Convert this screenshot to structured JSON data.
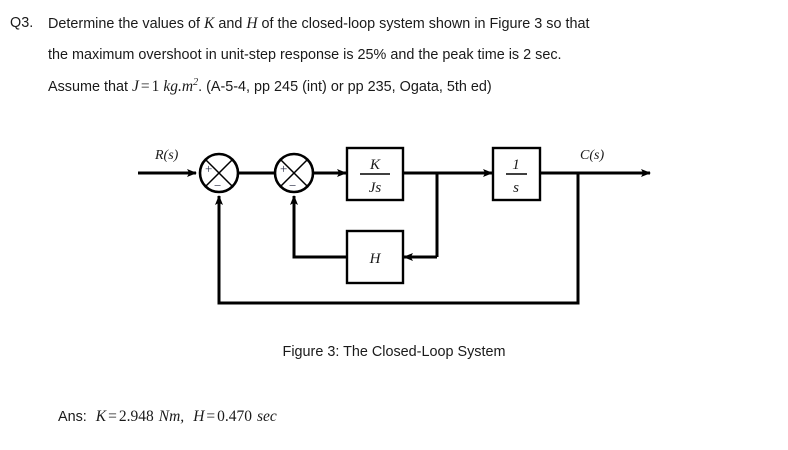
{
  "question": {
    "number": "Q3.",
    "line1_a": "Determine the values of ",
    "line1_K": "K",
    "line1_b": " and ",
    "line1_H": "H",
    "line1_c": " of the closed-loop system shown in Figure 3 so that",
    "line2": "the maximum overshoot in unit-step response is 25% and the peak time is 2 sec.",
    "line3_a": "Assume that ",
    "line3_J": "J",
    "line3_eq": "=",
    "line3_one": "1",
    "line3_units": "kg.m",
    "line3_exp": "2",
    "line3_b": ". (A-5-4, pp 245 (int) or pp 235, Ogata, 5th ed)"
  },
  "figure": {
    "input_label": "R(s)",
    "output_label": "C(s)",
    "sum1": {
      "plus": "+",
      "minus": "−"
    },
    "sum2": {
      "plus": "+",
      "minus": "−"
    },
    "block_plant_num": "K",
    "block_plant_den": "Js",
    "block_integrator_num": "1",
    "block_integrator_den": "s",
    "block_feedback": "H",
    "caption": "Figure 3: The Closed-Loop System",
    "line_color": "#000000"
  },
  "answer": {
    "prefix": "Ans:",
    "k_symbol": "K",
    "eq": "=",
    "k_value": "2.948",
    "k_unit": "Nm,",
    "h_symbol": "H",
    "h_value": "0.470",
    "h_unit": "sec"
  }
}
